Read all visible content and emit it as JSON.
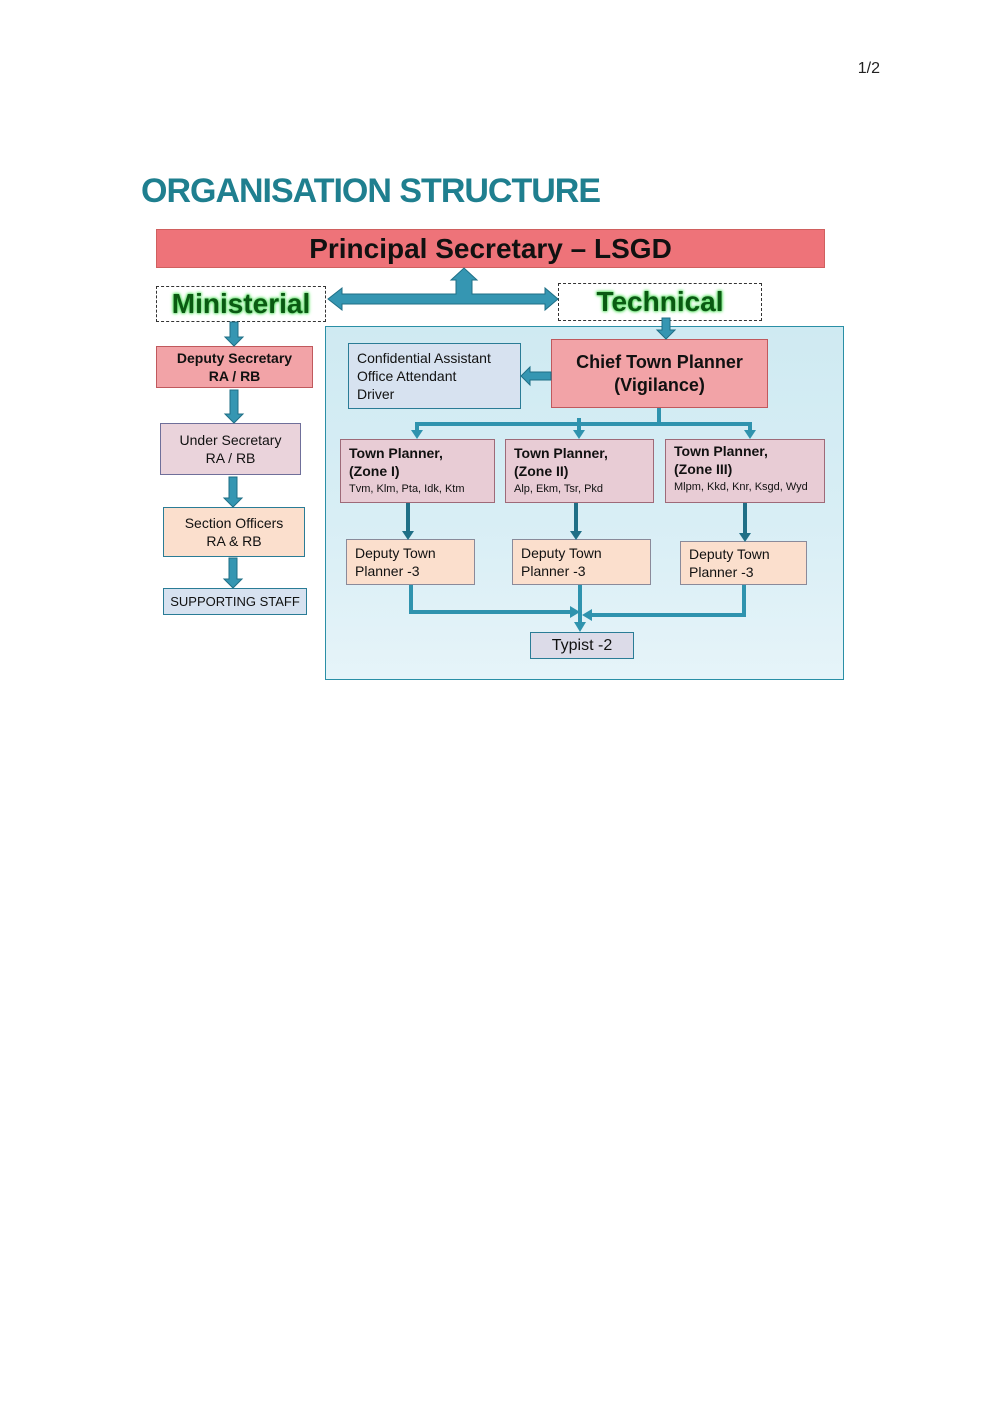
{
  "page_number": "1/2",
  "title": "ORGANISATION STRUCTURE",
  "top_box": "Principal Secretary – LSGD",
  "branches": {
    "ministerial": "Ministerial",
    "technical": "Technical"
  },
  "ministerial_chain": [
    {
      "line1": "Deputy Secretary",
      "line2": "RA / RB"
    },
    {
      "line1": "Under Secretary",
      "line2": "RA / RB"
    },
    {
      "line1": "Section Officers",
      "line2": "RA & RB"
    },
    {
      "line1": "SUPPORTING STAFF"
    }
  ],
  "chief": {
    "line1": "Chief Town Planner",
    "line2": "(Vigilance)"
  },
  "staff": {
    "line1": "Confidential Assistant",
    "line2": "Office Attendant",
    "line3": "Driver"
  },
  "zones": [
    {
      "line1": "Town Planner,",
      "line2": "(Zone I)",
      "districts": "Tvm, Klm, Pta, Idk, Ktm"
    },
    {
      "line1": "Town Planner,",
      "line2": "(Zone II)",
      "districts": "Alp, Ekm, Tsr, Pkd"
    },
    {
      "line1": "Town Planner,",
      "line2": "(Zone III)",
      "districts": "Mlpm, Kkd, Knr, Ksgd, Wyd"
    }
  ],
  "deputies": [
    {
      "line1": "Deputy Town",
      "line2": "Planner -3"
    },
    {
      "line1": "Deputy Town",
      "line2": "Planner -3"
    },
    {
      "line1": "Deputy Town",
      "line2": "Planner -3"
    }
  ],
  "typist": "Typist -2",
  "colors": {
    "title": "#1f7f8f",
    "arrow": "#2f93ae",
    "top_box": "#ee7379",
    "panel_border": "#2a8fa6"
  }
}
